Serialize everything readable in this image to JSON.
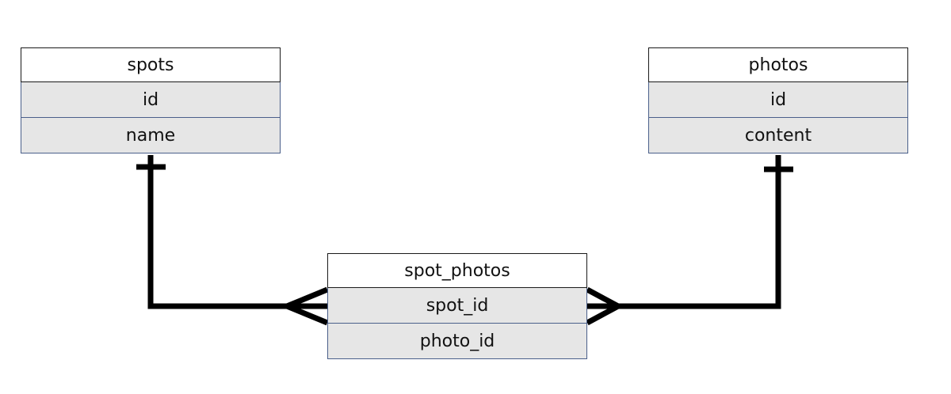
{
  "diagram": {
    "entities": [
      {
        "key": "spots",
        "name": "spots",
        "fields": [
          "id",
          "name"
        ]
      },
      {
        "key": "photos",
        "name": "photos",
        "fields": [
          "id",
          "content"
        ]
      },
      {
        "key": "spot_photos",
        "name": "spot_photos",
        "fields": [
          "spot_id",
          "photo_id"
        ]
      }
    ],
    "relationships": [
      {
        "from": "spots",
        "to": "spot_photos",
        "from_cardinality": "one",
        "to_cardinality": "many"
      },
      {
        "from": "photos",
        "to": "spot_photos",
        "from_cardinality": "one",
        "to_cardinality": "many"
      }
    ],
    "colors": {
      "header_bg": "#ffffff",
      "field_bg": "#e6e6e6",
      "field_border": "#4a5f8a",
      "connector": "#000000"
    }
  }
}
